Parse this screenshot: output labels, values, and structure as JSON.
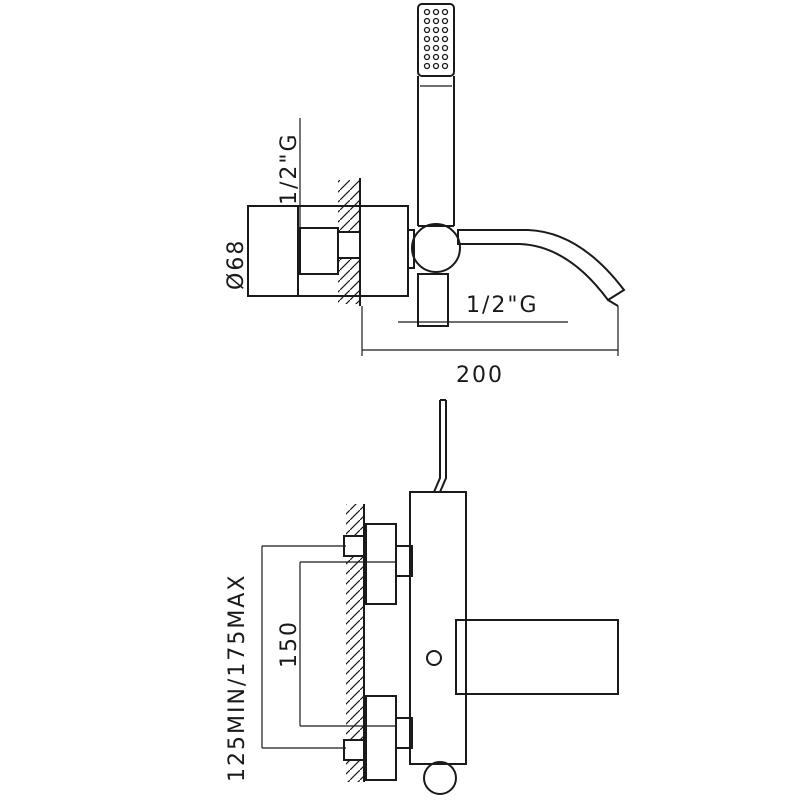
{
  "drawing": {
    "side_view": {
      "inlet_thread_label": "1/2\"G",
      "diameter_label": "Ø68",
      "outlet_thread_label": "1/2\"G",
      "overall_width_label": "200"
    },
    "front_view": {
      "center_distance_label": "150",
      "adjustment_range_label": "125MIN/175MAX"
    }
  }
}
